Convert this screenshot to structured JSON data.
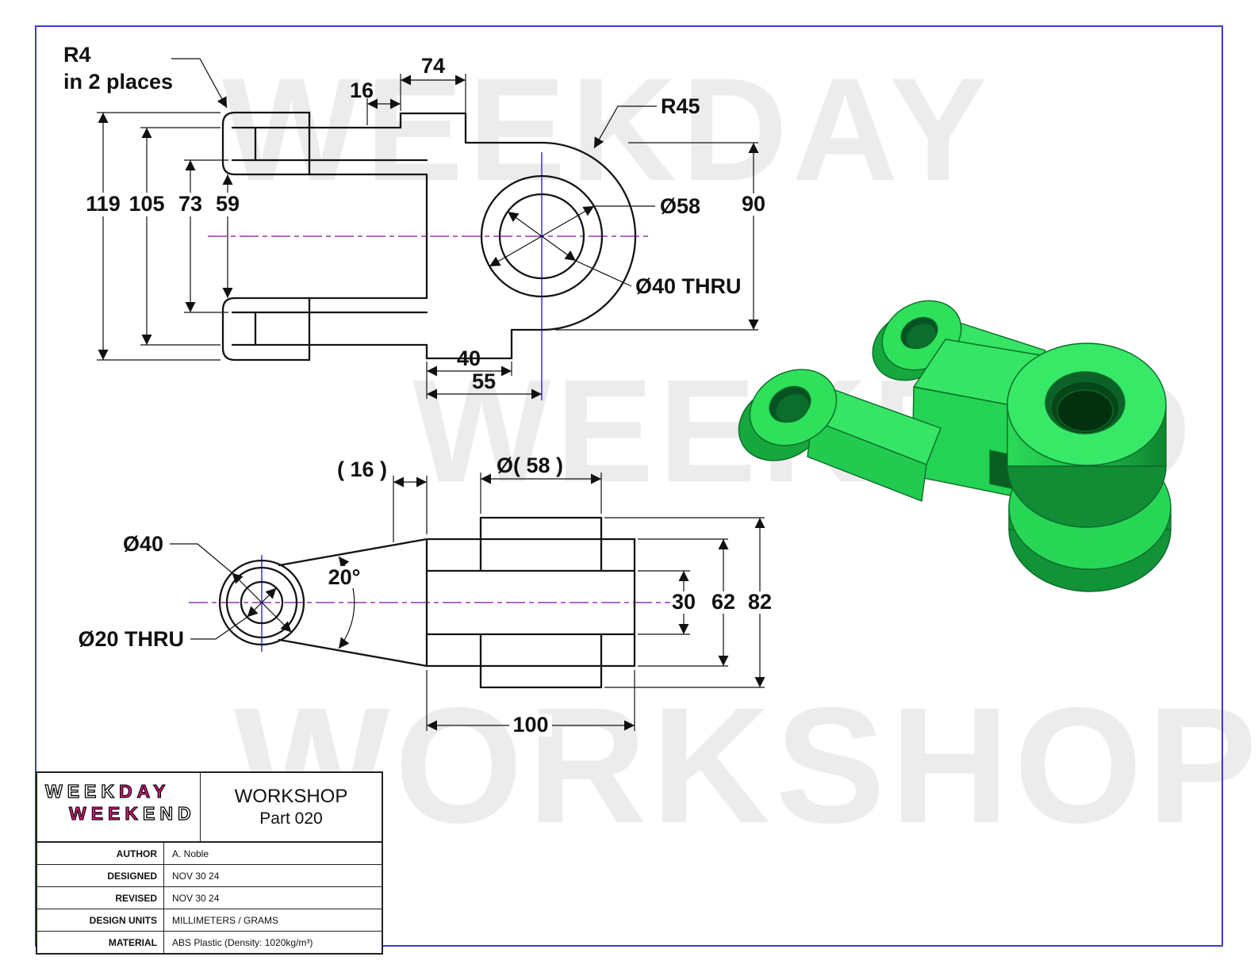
{
  "watermark": {
    "line1": "WEEKDAY",
    "line2": "WEEKEND",
    "line3": "WORKSHOP"
  },
  "colors": {
    "frame_blue": "#3c3ccd",
    "centerline_purple": "#9b30b5",
    "centerline_blue": "#2929c8",
    "part_green": "#2ee05a",
    "logo_magenta": "#d6187e",
    "watermark_gray": "#ececec"
  },
  "top_view": {
    "callout_r4": "R4",
    "callout_r4_note": "in 2 places",
    "dim_16": "16",
    "dim_74": "74",
    "callout_r45": "R45",
    "dim_119": "119",
    "dim_105": "105",
    "dim_73": "73",
    "dim_59": "59",
    "dim_d58": "Ø58",
    "dim_d40_thru": "Ø40 THRU",
    "dim_90": "90",
    "dim_40": "40",
    "dim_55": "55"
  },
  "front_view": {
    "dim_16_ref": "( 16 )",
    "dim_d58_ref": "Ø( 58 )",
    "dim_d40": "Ø40",
    "dim_angle": "20°",
    "dim_d20_thru": "Ø20 THRU",
    "dim_30": "30",
    "dim_62": "62",
    "dim_82": "82",
    "dim_100": "100"
  },
  "title_block": {
    "logo": {
      "l1a": "WEEK",
      "l1b": "DAY",
      "l2a": "WEEK",
      "l2b": "END"
    },
    "title_line1": "WORKSHOP",
    "title_line2": "Part 020",
    "rows": [
      {
        "label": "AUTHOR",
        "value": "A. Noble"
      },
      {
        "label": "DESIGNED",
        "value": "NOV 30 24"
      },
      {
        "label": "REVISED",
        "value": "NOV 30 24"
      },
      {
        "label": "DESIGN UNITS",
        "value": "MILLIMETERS / GRAMS"
      },
      {
        "label": "MATERIAL",
        "value": "ABS Plastic (Density: 1020kg/m³)"
      }
    ]
  }
}
